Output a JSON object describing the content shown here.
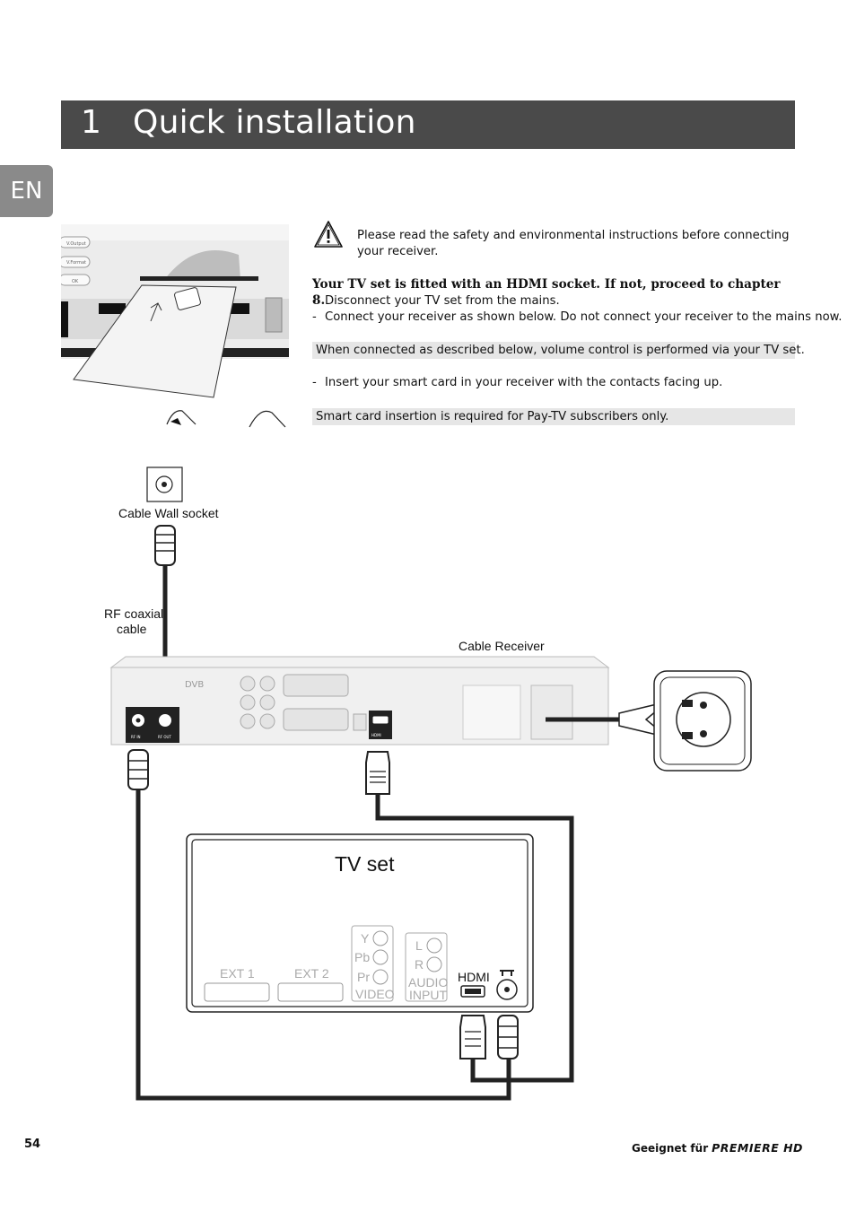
{
  "header": {
    "chapter_title": "1   Quick installation"
  },
  "language_tab": "EN",
  "warning": {
    "icon": "warning-triangle-icon",
    "text": "Please read the safety and environmental instructions before connecting your receiver."
  },
  "instructions": {
    "hdmi_heading": "Your TV set is fitted with an HDMI socket. If not, proceed to chapter 8.",
    "steps": [
      "Disconnect your TV set from the mains.",
      "Connect your receiver as shown below. Do not connect your receiver to the mains now."
    ],
    "note_volume": "When connected as described below, volume control is performed via your TV set.",
    "step_smartcard": "Insert your smart card in your receiver with the contacts facing up.",
    "note_smartcard": "Smart card insertion is required for Pay-TV subscribers only.",
    "dash": "-"
  },
  "photo_labels": {
    "button1": "V.Output",
    "button2": "V.Format",
    "button3": "OK"
  },
  "diagram": {
    "cable_wall_socket": "Cable Wall socket",
    "rf_cable_line1": "RF coaxial",
    "rf_cable_line2": "cable",
    "cable_receiver": "Cable Receiver",
    "tv_set": "TV set",
    "tv_ports": {
      "ext1": "EXT 1",
      "ext2": "EXT 2",
      "y": "Y",
      "pb": "Pb",
      "pr": "Pr",
      "video": "VIDEO",
      "l": "L",
      "r": "R",
      "audio": "AUDIO",
      "input": "INPUT",
      "hdmi": "HDMI"
    },
    "receiver_ports": {
      "rf_in": "RF IN",
      "rf_out": "RF OUT",
      "hdmi": "HDMI",
      "dvb": "DVB"
    }
  },
  "footer": {
    "page_number": "54",
    "brand_text": "Geeignet für",
    "brand_logo": "PREMIERE HD"
  }
}
